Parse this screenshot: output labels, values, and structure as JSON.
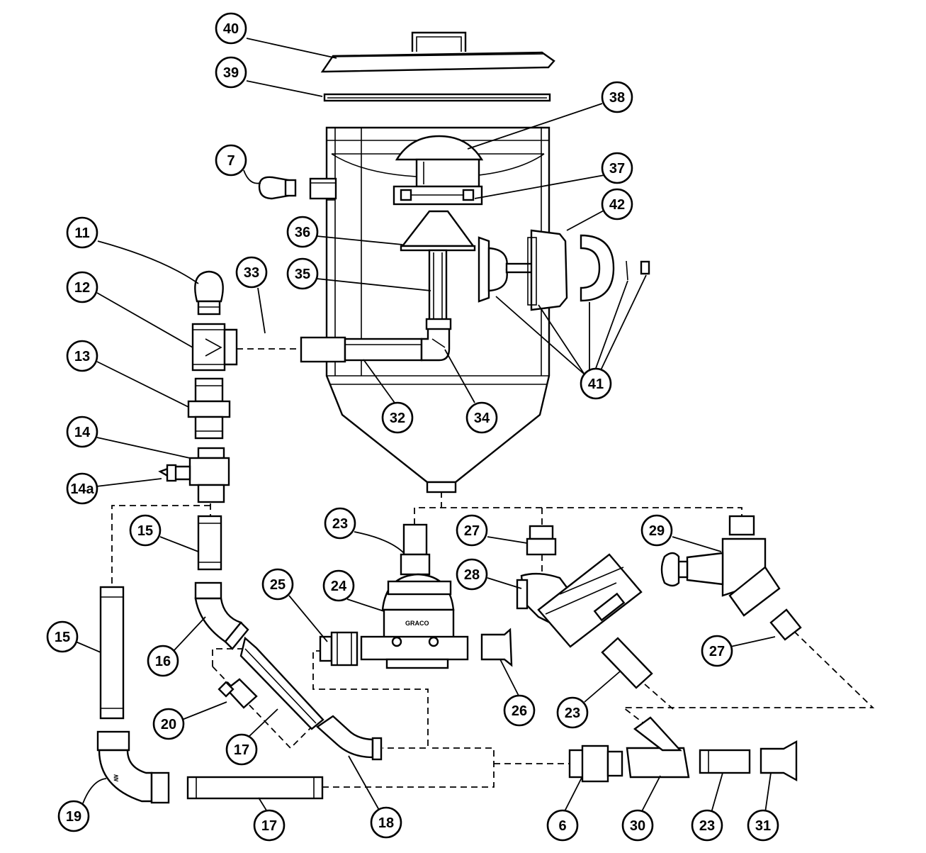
{
  "callouts": [
    {
      "id": "c40",
      "label": "40"
    },
    {
      "id": "c39",
      "label": "39"
    },
    {
      "id": "c38",
      "label": "38"
    },
    {
      "id": "c7",
      "label": "7"
    },
    {
      "id": "c37",
      "label": "37"
    },
    {
      "id": "c42",
      "label": "42"
    },
    {
      "id": "c11",
      "label": "11"
    },
    {
      "id": "c36",
      "label": "36"
    },
    {
      "id": "c33",
      "label": "33"
    },
    {
      "id": "c35",
      "label": "35"
    },
    {
      "id": "c12",
      "label": "12"
    },
    {
      "id": "c13",
      "label": "13"
    },
    {
      "id": "c41",
      "label": "41"
    },
    {
      "id": "c32",
      "label": "32"
    },
    {
      "id": "c34",
      "label": "34"
    },
    {
      "id": "c14",
      "label": "14"
    },
    {
      "id": "c14a",
      "label": "14a"
    },
    {
      "id": "c23a",
      "label": "23"
    },
    {
      "id": "c27a",
      "label": "27"
    },
    {
      "id": "c29",
      "label": "29"
    },
    {
      "id": "c15a",
      "label": "15"
    },
    {
      "id": "c28",
      "label": "28"
    },
    {
      "id": "c25",
      "label": "25"
    },
    {
      "id": "c24",
      "label": "24"
    },
    {
      "id": "c15b",
      "label": "15"
    },
    {
      "id": "c16",
      "label": "16"
    },
    {
      "id": "c27b",
      "label": "27"
    },
    {
      "id": "c20",
      "label": "20"
    },
    {
      "id": "c26",
      "label": "26"
    },
    {
      "id": "c23b",
      "label": "23"
    },
    {
      "id": "c17a",
      "label": "17"
    },
    {
      "id": "c19",
      "label": "19"
    },
    {
      "id": "c17b",
      "label": "17"
    },
    {
      "id": "c18",
      "label": "18"
    },
    {
      "id": "c6",
      "label": "6"
    },
    {
      "id": "c30",
      "label": "30"
    },
    {
      "id": "c23c",
      "label": "23"
    },
    {
      "id": "c31",
      "label": "31"
    }
  ],
  "pump_brand": "GRACO"
}
